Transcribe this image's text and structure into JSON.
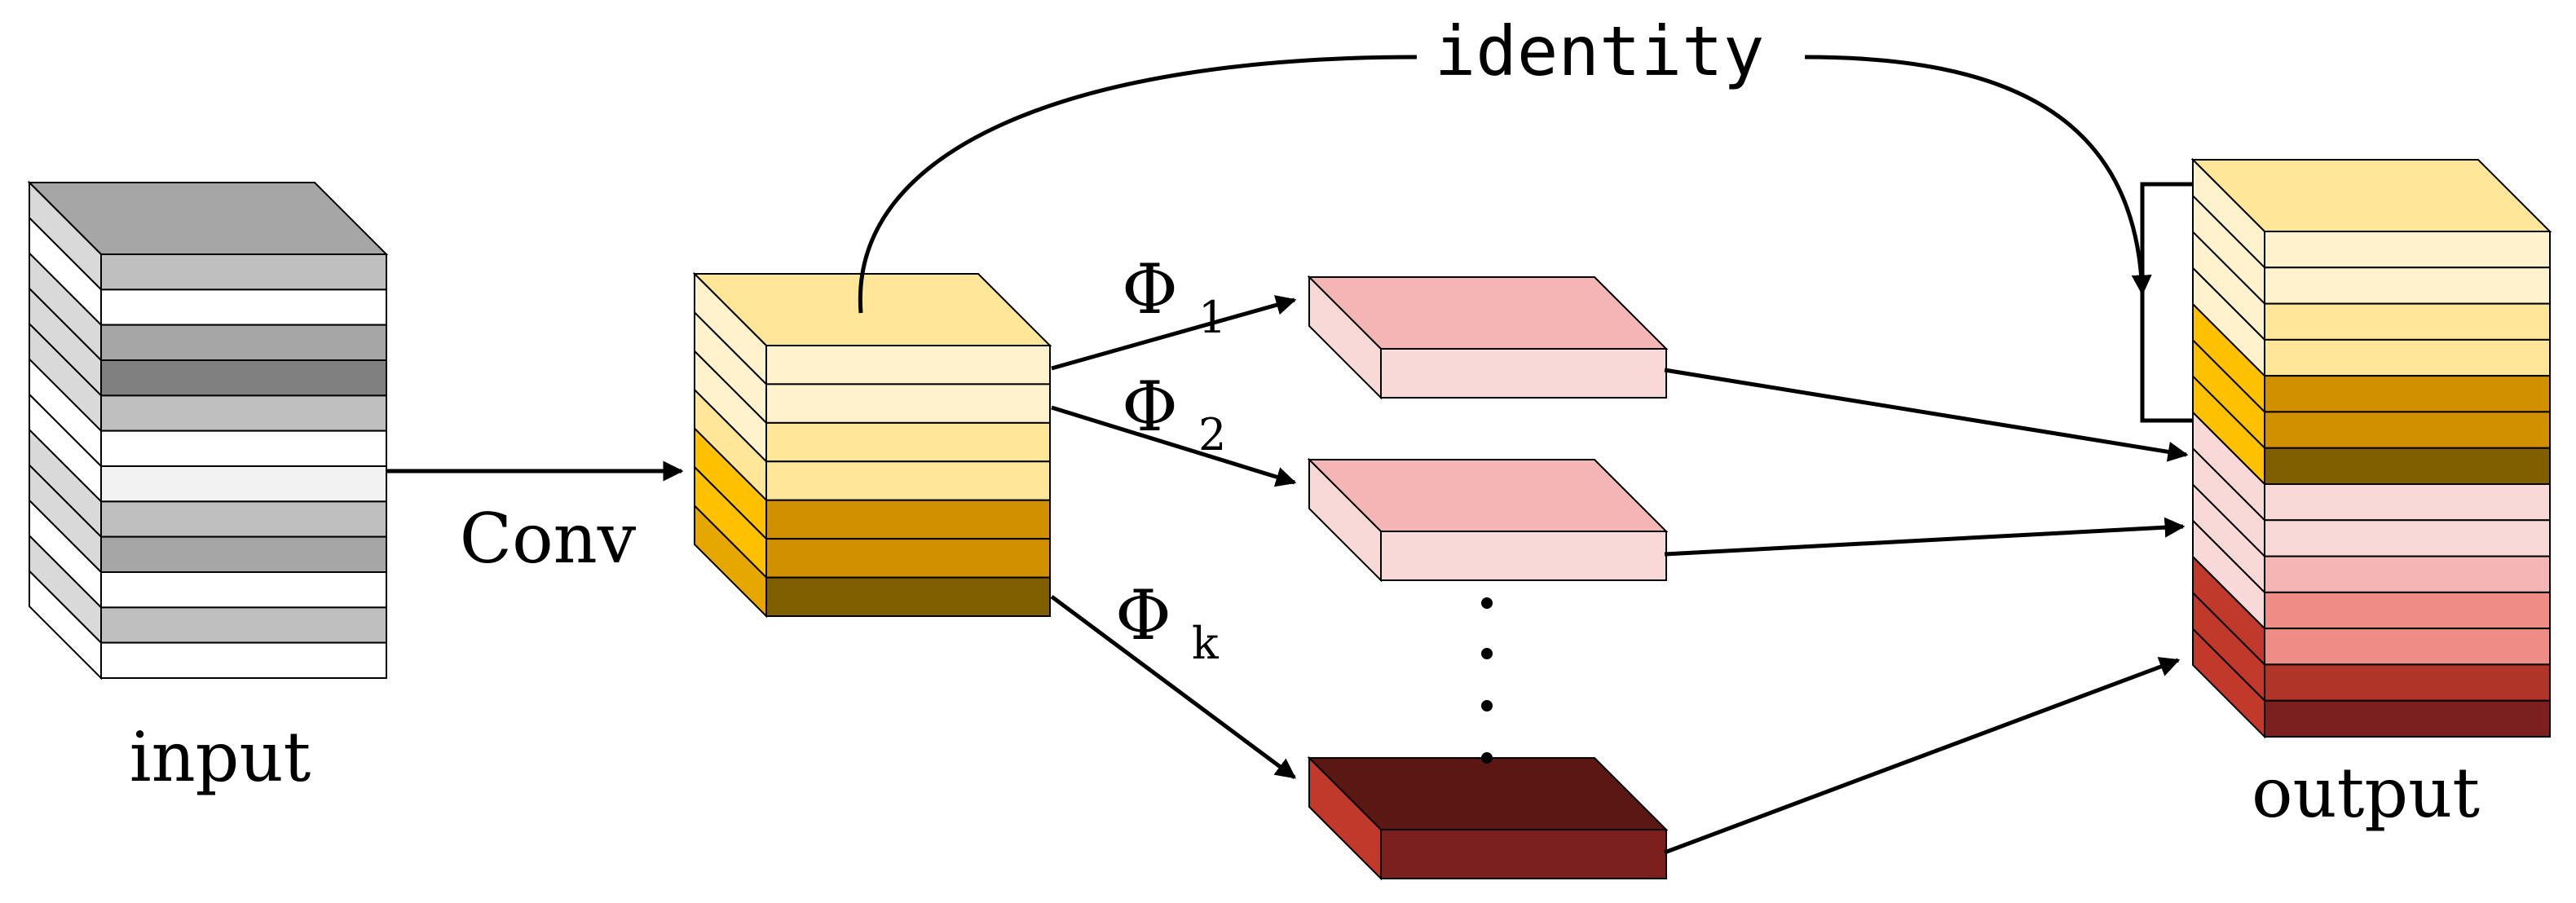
{
  "labels": {
    "input": "input",
    "conv": "Conv",
    "identity": "identity",
    "output": "output",
    "phi1": {
      "symbol": "Φ",
      "sub": "1"
    },
    "phi2": {
      "symbol": "Φ",
      "sub": "2"
    },
    "phik": {
      "symbol": "Φ",
      "sub": "k"
    },
    "ellipsis": "⋮"
  },
  "colors": {
    "input_top": "#a6a6a6",
    "input_layers": [
      "#bfbfbf",
      "#ffffff",
      "#a6a6a6",
      "#808080",
      "#bfbfbf",
      "#ffffff",
      "#f2f2f2",
      "#bfbfbf",
      "#a6a6a6",
      "#ffffff",
      "#bfbfbf",
      "#ffffff"
    ],
    "conv_top": "#ffe699",
    "conv_layers": [
      "#fff2cc",
      "#fff2cc",
      "#ffe699",
      "#ffe699",
      "#d09000",
      "#d09000",
      "#7f5f00"
    ],
    "phi1_top": "#f4b6b4",
    "phi1_front": "#f9d9d7",
    "phi2_top": "#f4b6b4",
    "phi2_front": "#f9d9d7",
    "phik_top": "#5b1712",
    "phik_front": "#7b1f1f",
    "phik_side": "#c0392b",
    "output_top": "#ffe699",
    "output_layers": [
      "#fff2cc",
      "#fff2cc",
      "#ffe699",
      "#ffe699",
      "#d09000",
      "#d09000",
      "#7f5f00",
      "#f9d9d7",
      "#f9d9d7",
      "#f4b6b4",
      "#ee8d85",
      "#ee8d85",
      "#b03428",
      "#7b1f1f"
    ],
    "output_side_split": [
      "#fff2cc",
      "#ffc000",
      "#f9d9d7",
      "#c0392b"
    ]
  }
}
